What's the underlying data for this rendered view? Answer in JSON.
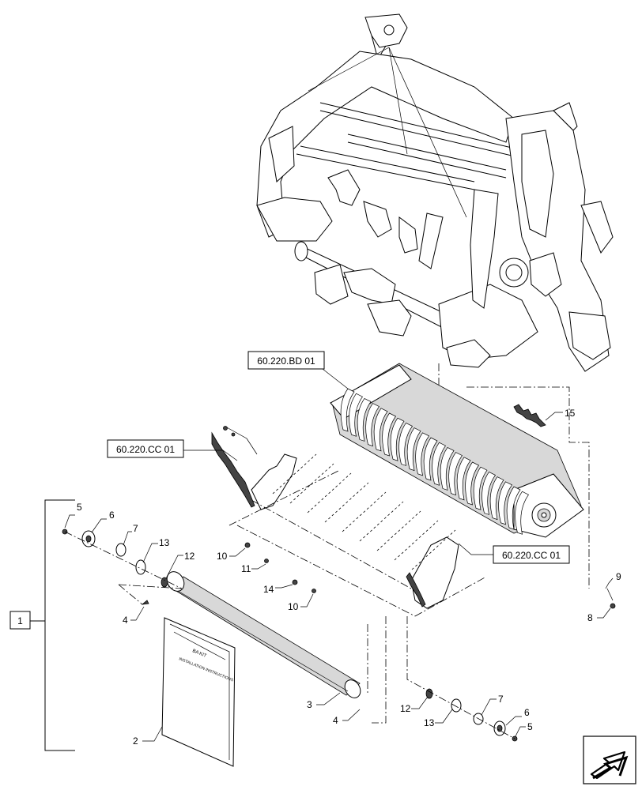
{
  "reference_boxes": [
    "60.220.BD 01",
    "60.220.CC 01",
    "60.220.CC 01"
  ],
  "kit_label": "1",
  "callouts": [
    "2",
    "3",
    "4",
    "4",
    "5",
    "5",
    "6",
    "6",
    "7",
    "7",
    "8",
    "9",
    "10",
    "10",
    "11",
    "12",
    "12",
    "13",
    "13",
    "14",
    "15"
  ],
  "booklet_title": "BA KIT",
  "booklet_subtitle": "INSTALLATION INSTRUCTIONS",
  "nav_icon": "arrow-next-icon"
}
